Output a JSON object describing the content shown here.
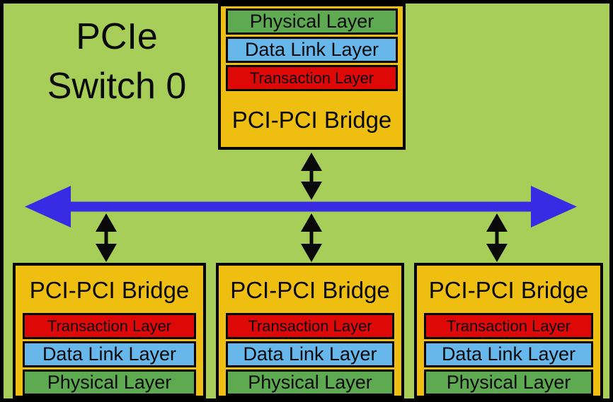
{
  "colors": {
    "background": "#A6CE58",
    "bridge_fill": "#EEBE10",
    "layer_transaction": "#DE0806",
    "layer_data_link": "#68B7EB",
    "layer_physical": "#5EAA50",
    "bus_arrow": "#392BE3",
    "link_arrow": "#0A0A0A",
    "outline": "#000000"
  },
  "title": {
    "line1": "PCIe",
    "line2": "Switch 0"
  },
  "upstream_bridge": {
    "label": "PCI-PCI Bridge",
    "layers": [
      {
        "label": "Physical Layer",
        "color": "#5EAA50"
      },
      {
        "label": "Data Link Layer",
        "color": "#68B7EB"
      },
      {
        "label": "Transaction Layer",
        "color": "#DE0806"
      }
    ]
  },
  "downstream_bridges": [
    {
      "label": "PCI-PCI Bridge",
      "layers": [
        {
          "label": "Transaction Layer",
          "color": "#DE0806"
        },
        {
          "label": "Data Link Layer",
          "color": "#68B7EB"
        },
        {
          "label": "Physical Layer",
          "color": "#5EAA50"
        }
      ]
    },
    {
      "label": "PCI-PCI Bridge",
      "layers": [
        {
          "label": "Transaction Layer",
          "color": "#DE0806"
        },
        {
          "label": "Data Link Layer",
          "color": "#68B7EB"
        },
        {
          "label": "Physical Layer",
          "color": "#5EAA50"
        }
      ]
    },
    {
      "label": "PCI-PCI Bridge",
      "layers": [
        {
          "label": "Transaction Layer",
          "color": "#DE0806"
        },
        {
          "label": "Data Link Layer",
          "color": "#68B7EB"
        },
        {
          "label": "Physical Layer",
          "color": "#5EAA50"
        }
      ]
    }
  ]
}
